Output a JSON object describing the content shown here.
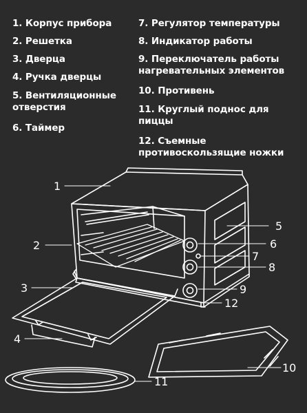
{
  "legend": {
    "items": [
      {
        "id": 1,
        "lines": [
          "1. Корпус прибора"
        ]
      },
      {
        "id": 2,
        "lines": [
          "2. Решетка"
        ]
      },
      {
        "id": 3,
        "lines": [
          "3. Дверца"
        ]
      },
      {
        "id": 4,
        "lines": [
          "4. Ручка дверцы"
        ]
      },
      {
        "id": 5,
        "lines": [
          "5. Вентиляционные",
          "отверстия"
        ]
      },
      {
        "id": 6,
        "lines": [
          "6. Таймер"
        ]
      },
      {
        "id": 7,
        "lines": [
          "7. Регулятор температуры"
        ]
      },
      {
        "id": 8,
        "lines": [
          "8. Индикатор работы"
        ]
      },
      {
        "id": 9,
        "lines": [
          "9. Переключатель работы",
          "нагревательных элементов"
        ]
      },
      {
        "id": 10,
        "lines": [
          "10. Противень"
        ]
      },
      {
        "id": 11,
        "lines": [
          "11. Круглый поднос для",
          "пиццы"
        ]
      },
      {
        "id": 12,
        "lines": [
          "12. Съемные",
          "противоскользящие ножки"
        ]
      }
    ]
  },
  "callouts": [
    "1",
    "2",
    "3",
    "4",
    "5",
    "6",
    "7",
    "8",
    "9",
    "10",
    "11",
    "12"
  ],
  "colors": {
    "background": "#2b2b2b",
    "line": "#ffffff"
  }
}
